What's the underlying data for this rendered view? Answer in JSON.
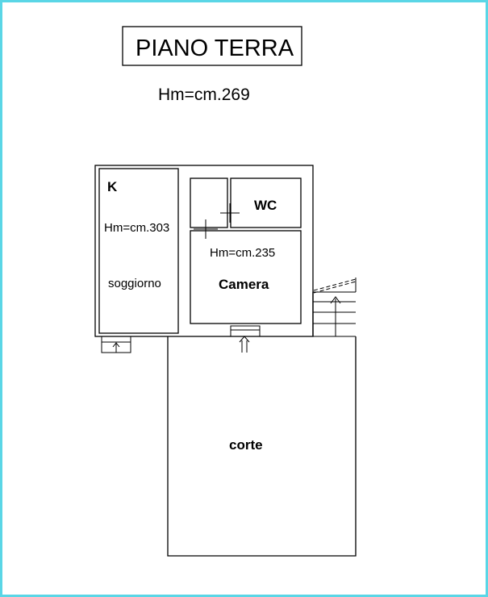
{
  "plan": {
    "title": "PIANO TERRA",
    "general_height": "Hm=cm.269",
    "rooms": {
      "kitchen_label": "K",
      "living_height": "Hm=cm.303",
      "living_label": "soggiorno",
      "wc_label": "WC",
      "camera_height": "Hm=cm.235",
      "camera_label": "Camera",
      "courtyard_label": "corte"
    },
    "colors": {
      "frame_border": "#5ad6e6",
      "lines": "#000000",
      "background": "#ffffff"
    }
  }
}
